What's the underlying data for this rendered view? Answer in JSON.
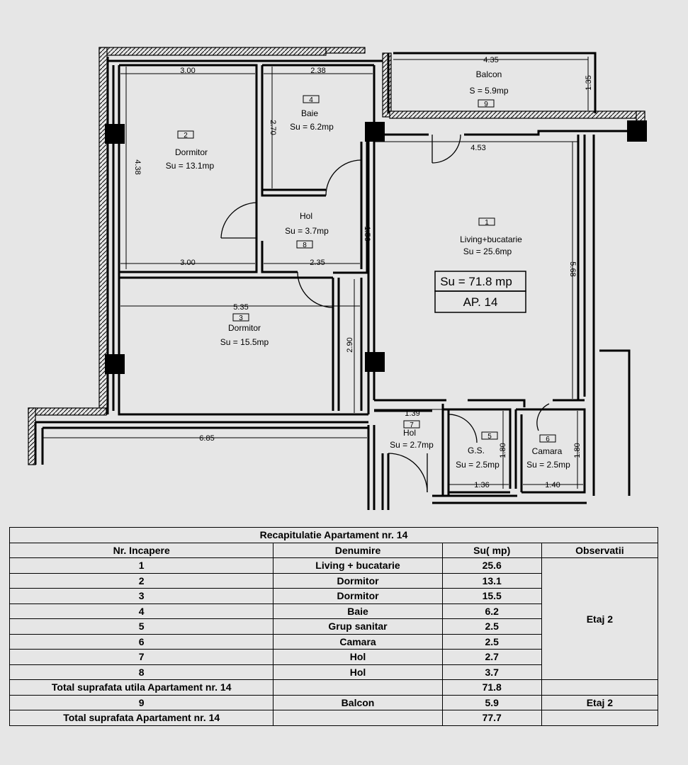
{
  "plan": {
    "rooms": [
      {
        "id": "living",
        "number": "1",
        "name": "Living+bucatarie",
        "area": "Su = 25.6mp"
      },
      {
        "id": "dormitor1",
        "number": "2",
        "name": "Dormitor",
        "area": "Su = 13.1mp"
      },
      {
        "id": "dormitor2",
        "number": "3",
        "name": "Dormitor",
        "area": "Su = 15.5mp"
      },
      {
        "id": "baie",
        "number": "4",
        "name": "Baie",
        "area": "Su = 6.2mp"
      },
      {
        "id": "gs",
        "number": "5",
        "name": "G.S.",
        "area": "Su = 2.5mp"
      },
      {
        "id": "camara",
        "number": "6",
        "name": "Camara",
        "area": "Su = 2.5mp"
      },
      {
        "id": "hol7",
        "number": "7",
        "name": "Hol",
        "area": "Su = 2.7mp"
      },
      {
        "id": "hol8",
        "number": "8",
        "name": "Hol",
        "area": "Su = 3.7mp"
      },
      {
        "id": "balcon",
        "number": "9",
        "name": "Balcon",
        "area": "S = 5.9mp"
      }
    ],
    "dimensions": [
      "3.00",
      "2.38",
      "4.35",
      "1.35",
      "2.70",
      "4.38",
      "4.53",
      "1.56",
      "3.00",
      "2.35",
      "5.68",
      "5.35",
      "2.90",
      "1.39",
      "6.85",
      "1.80",
      "1.80",
      "1.36",
      "1.40"
    ],
    "total_box": "Su = 71.8 mp",
    "apartment_box": "AP. 14"
  },
  "table": {
    "title": "Recapitulatie Apartament nr. 14",
    "headers": [
      "Nr. Incapere",
      "Denumire",
      "Su( mp)",
      "Observatii"
    ],
    "rows": [
      [
        "1",
        "Living + bucatarie",
        "25.6"
      ],
      [
        "2",
        "Dormitor",
        "13.1"
      ],
      [
        "3",
        "Dormitor",
        "15.5"
      ],
      [
        "4",
        "Baie",
        "6.2"
      ],
      [
        "5",
        "Grup sanitar",
        "2.5"
      ],
      [
        "6",
        "Camara",
        "2.5"
      ],
      [
        "7",
        "Hol",
        "2.7"
      ],
      [
        "8",
        "Hol",
        "3.7"
      ]
    ],
    "observation_group": "Etaj 2",
    "total_util_label": "Total suprafata utila Apartament nr. 14",
    "total_util_value": "71.8",
    "balcon_row": [
      "9",
      "Balcon",
      "5.9",
      "Etaj 2"
    ],
    "total_label": "Total suprafata Apartament nr. 14",
    "total_value": "77.7"
  }
}
